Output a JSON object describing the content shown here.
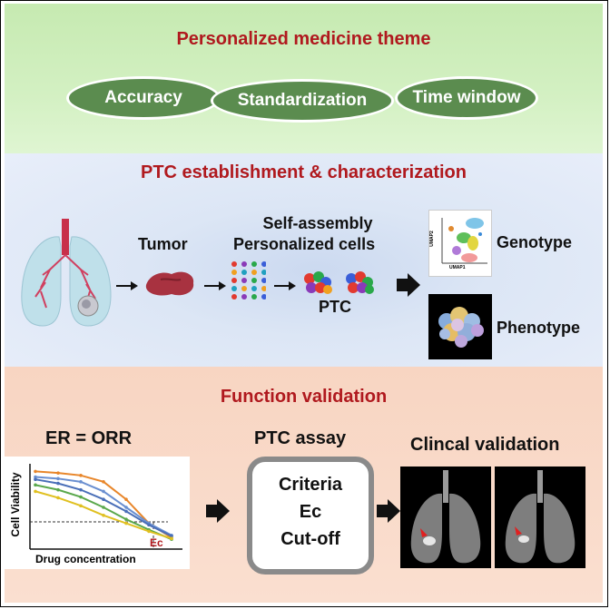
{
  "section1": {
    "title": "Personalized medicine theme",
    "ovals": [
      "Accuracy",
      "Standardization",
      "Time window"
    ]
  },
  "section2": {
    "title": "PTC establishment & characterization",
    "tumor_label": "Tumor",
    "cells_label_line1": "Self-assembly",
    "cells_label_line2": "Personalized cells",
    "ptc_label": "PTC",
    "genotype_label": "Genotype",
    "phenotype_label": "Phenotype",
    "umap_xlabel": "UMAP1",
    "umap_ylabel": "UMAP2"
  },
  "section3": {
    "title": "Function validation",
    "er_label": "ER = ORR",
    "assay_title": "PTC assay",
    "assay_lines": [
      "Criteria",
      "Ec",
      "Cut-off"
    ],
    "clinical_title": "Clincal validation",
    "chart_ylabel": "Cell Viability",
    "chart_xlabel": "Drug concentration",
    "chart_ec": "Ec"
  },
  "chart_data": {
    "type": "line",
    "xlabel": "Drug concentration",
    "ylabel": "Cell Viability",
    "annotations": [
      "Ec"
    ],
    "series": [
      {
        "color": "#e8862a",
        "values": [
          0.95,
          0.93,
          0.9,
          0.82,
          0.6,
          0.3,
          0.12
        ]
      },
      {
        "color": "#6a8fd0",
        "values": [
          0.88,
          0.86,
          0.82,
          0.7,
          0.5,
          0.3,
          0.15
        ]
      },
      {
        "color": "#4a6fb8",
        "values": [
          0.85,
          0.8,
          0.72,
          0.6,
          0.45,
          0.28,
          0.14
        ]
      },
      {
        "color": "#5aa84c",
        "values": [
          0.78,
          0.72,
          0.63,
          0.5,
          0.35,
          0.22,
          0.1
        ]
      },
      {
        "color": "#e0c020",
        "values": [
          0.7,
          0.62,
          0.52,
          0.4,
          0.3,
          0.2,
          0.11
        ]
      }
    ]
  }
}
